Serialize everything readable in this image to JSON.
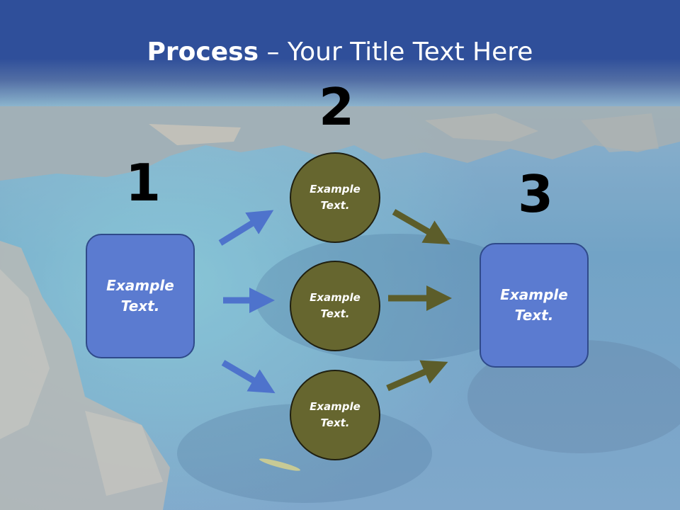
{
  "slide": {
    "title_bold": "Process",
    "title_rest": " – Your Title Text Here"
  },
  "steps": {
    "n1": "1",
    "n2": "2",
    "n3": "3"
  },
  "nodes": {
    "left_box": "Example\nText.",
    "right_box": "Example\nText.",
    "circle_top": "Example\nText.",
    "circle_middle": "Example\nText.",
    "circle_bottom": "Example\nText."
  },
  "colors": {
    "header": "#2f4f9a",
    "box_fill": "#5b7bd0",
    "circle_fill": "#66662f",
    "arrow_blue": "#4e73cc",
    "arrow_olive": "#5c5d2a"
  }
}
